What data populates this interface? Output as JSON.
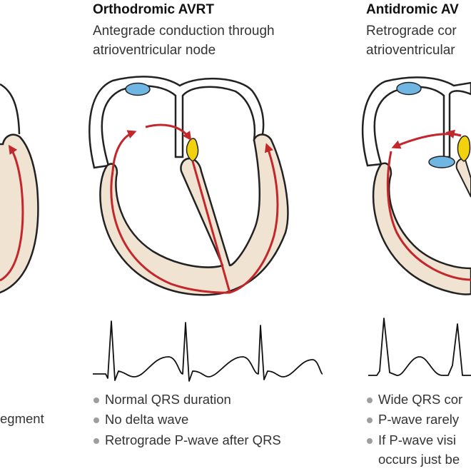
{
  "panels": [
    {
      "bullets": [
        "egment"
      ]
    },
    {
      "title": "Orthodromic AVRT",
      "subtitle": [
        "Antegrade conduction through",
        "atrioventricular node"
      ],
      "bullets": [
        "Normal QRS duration",
        "No delta wave",
        "Retrograde P-wave after QRS"
      ]
    },
    {
      "title": "Antidromic AV",
      "subtitle": [
        "Retrograde cor",
        "atrioventricular"
      ],
      "bullets": [
        "Wide QRS cor",
        "P-wave rarely",
        "If P-wave visi",
        "occurs just be"
      ]
    }
  ],
  "colors": {
    "myocardium": "#f0e3d2",
    "outline": "#222222",
    "conduction_path": "#c3262b",
    "av_node": "#f2d20f",
    "atrial_node": "#6fb6e2",
    "bullet_dot": "#9e9e9e"
  }
}
